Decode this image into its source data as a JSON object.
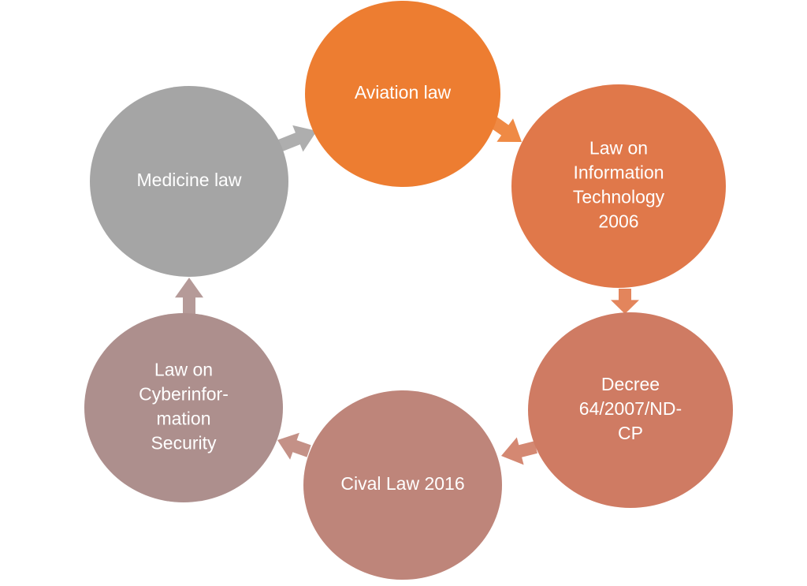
{
  "diagram": {
    "nodes": [
      {
        "id": "aviation",
        "lines": [
          "Aviation law"
        ],
        "color": "#ED7D31"
      },
      {
        "id": "it-law",
        "lines": [
          "Law on",
          "Information",
          "Technology",
          "2006"
        ],
        "color": "#E0784A"
      },
      {
        "id": "decree",
        "lines": [
          "Decree",
          "64/2007/ND-",
          "CP"
        ],
        "color": "#CF7B63"
      },
      {
        "id": "civil-law",
        "lines": [
          "Cival Law 2016"
        ],
        "color": "#BE857A"
      },
      {
        "id": "cyber-law",
        "lines": [
          "Law on",
          "Cyberinfor-",
          "mation",
          "Security"
        ],
        "color": "#AD8F8D"
      },
      {
        "id": "medicine",
        "lines": [
          "Medicine law"
        ],
        "color": "#A5A5A5"
      }
    ],
    "edges": [
      {
        "from": "aviation",
        "to": "it-law"
      },
      {
        "from": "it-law",
        "to": "decree"
      },
      {
        "from": "decree",
        "to": "civil-law"
      },
      {
        "from": "civil-law",
        "to": "cyber-law"
      },
      {
        "from": "cyber-law",
        "to": "medicine"
      },
      {
        "from": "medicine",
        "to": "aviation"
      }
    ]
  }
}
